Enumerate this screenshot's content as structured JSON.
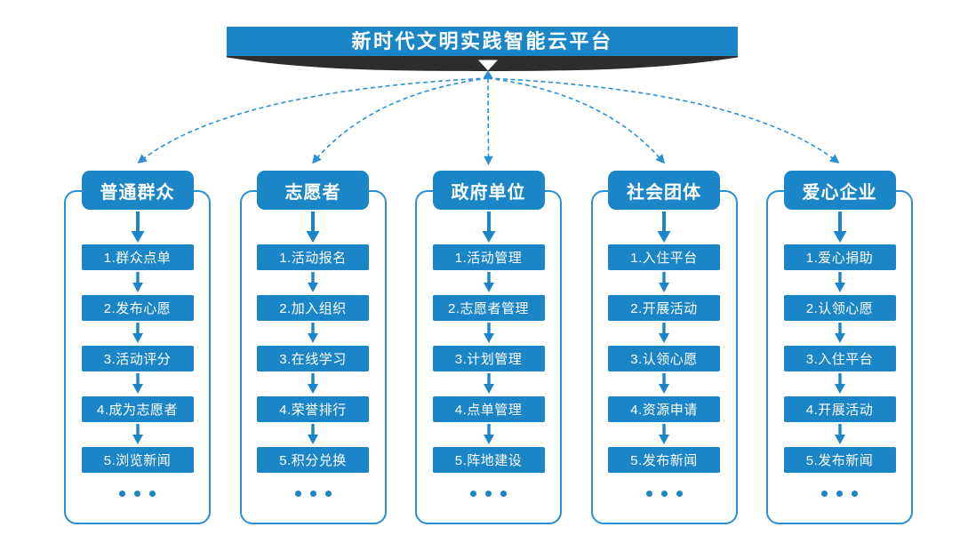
{
  "title": "新时代文明实践智能云平台",
  "ellipsis": "...",
  "colors": {
    "primary": "#1b86c7",
    "line": "#2a90d2",
    "ribbon": "#2d2d2d",
    "bg": "#ffffff"
  },
  "columns": [
    {
      "header": "普通群众",
      "items": [
        "1.群众点单",
        "2.发布心愿",
        "3.活动评分",
        "4.成为志愿者",
        "5.浏览新闻"
      ]
    },
    {
      "header": "志愿者",
      "items": [
        "1.活动报名",
        "2.加入组织",
        "3.在线学习",
        "4.荣誉排行",
        "5.积分兑换"
      ]
    },
    {
      "header": "政府单位",
      "items": [
        "1.活动管理",
        "2.志愿者管理",
        "3.计划管理",
        "4.点单管理",
        "5.阵地建设"
      ]
    },
    {
      "header": "社会团体",
      "items": [
        "1.入住平台",
        "2.开展活动",
        "3.认领心愿",
        "4.资源申请",
        "5.发布新闻"
      ]
    },
    {
      "header": "爱心企业",
      "items": [
        "1.爱心捐助",
        "2.认领心愿",
        "3.入住平台",
        "4.开展活动",
        "5.发布新闻"
      ]
    }
  ]
}
